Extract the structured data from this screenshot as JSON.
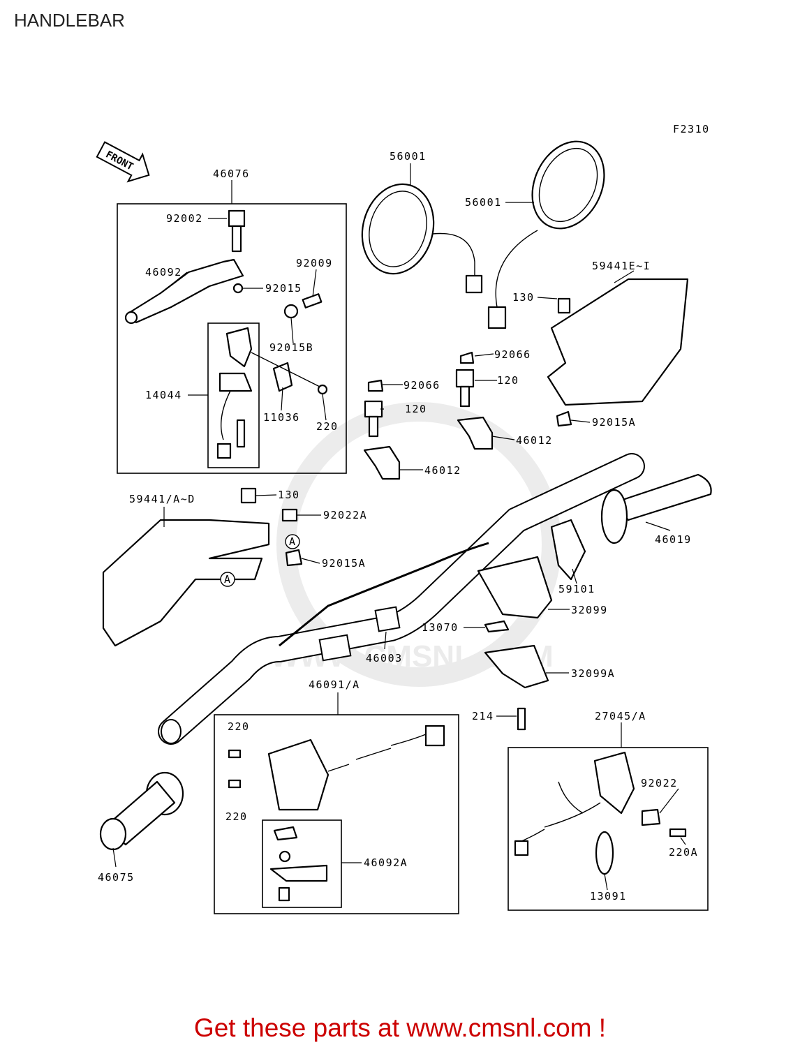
{
  "page": {
    "title": "HANDLEBAR",
    "figure_code": "F2310",
    "promo": "Get these parts at www.cmsnl.com !",
    "watermark": "WWW.CMSNL.COM",
    "front_arrow": "FRONT",
    "colors": {
      "promo": "#cc0000",
      "ink": "#000000",
      "watermark": "#d8d8d8"
    }
  },
  "parts": [
    "46076",
    "92002",
    "46092",
    "92015",
    "92009",
    "92015B",
    "14044",
    "11036",
    "220",
    "56001",
    "56001",
    "59441E~I",
    "130",
    "92066",
    "120",
    "92066",
    "120",
    "46012",
    "92015A",
    "46012",
    "59441/A~D",
    "130",
    "92022A",
    "A",
    "92015A",
    "A",
    "46019",
    "59101",
    "32099",
    "13070",
    "46003",
    "32099A",
    "214",
    "46091/A",
    "220",
    "220",
    "46092A",
    "27045/A",
    "92022",
    "220A",
    "13091",
    "46075"
  ]
}
